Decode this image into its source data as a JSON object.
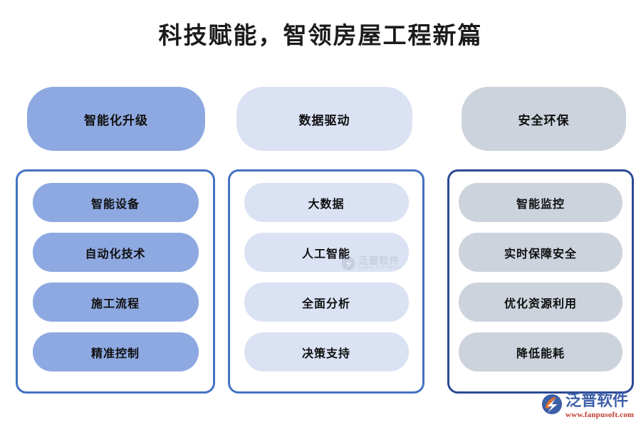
{
  "page": {
    "title": "科技赋能，智领房屋工程新篇",
    "background_color": "#ffffff",
    "title_color": "#1b1b1b"
  },
  "columns": [
    {
      "header": "智能化升级",
      "header_color": "#8ea9e1",
      "item_color": "#8ea9e1",
      "border_color": "#4472c4",
      "items": [
        "智能设备",
        "自动化技术",
        "施工流程",
        "精准控制"
      ]
    },
    {
      "header": "数据驱动",
      "header_color": "#dbe2f4",
      "item_color": "#dbe2f4",
      "border_color": "#4472c4",
      "items": [
        "大数据",
        "人工智能",
        "全面分析",
        "决策支持"
      ]
    },
    {
      "header": "安全环保",
      "header_color": "#ccd3dd",
      "item_color": "#ccd3dd",
      "border_color": "#2c4a94",
      "items": [
        "智能监控",
        "实时保障安全",
        "优化资源利用",
        "降低能耗"
      ]
    }
  ],
  "watermark": {
    "cn": "泛普软件",
    "en": "FANPU SOFTWARE",
    "color": "#9aa3b4"
  },
  "brand": {
    "name_cn": "泛普软件",
    "url": "www.fanpusoft.com",
    "name_color": "#3c5fa8",
    "url_color": "#c0392b",
    "mark_blue": "#3c5fa8",
    "mark_orange": "#e2702a"
  }
}
